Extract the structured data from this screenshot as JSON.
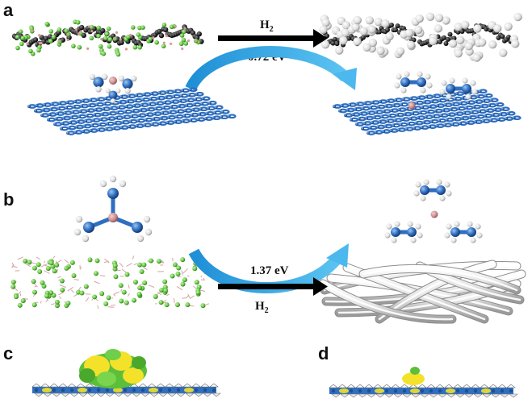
{
  "panels": {
    "a": {
      "label": "a",
      "reaction_label": "H",
      "reaction_sub": "2",
      "energy": "-0.72 eV"
    },
    "b": {
      "label": "b",
      "reaction_label": "H",
      "reaction_sub": "2",
      "energy": "1.37 eV"
    },
    "c": {
      "label": "c"
    },
    "d": {
      "label": "d"
    }
  },
  "colors": {
    "arrow_black": "#000000",
    "arrow_blue": "#2aa7e6",
    "sheet_blue": "#2f6fc0",
    "hydrogen_white": "#f2f2f2",
    "boron_pink": "#d49a9a",
    "green_atom": "#6fcf4a",
    "charge_yellow": "#f4e12a",
    "carbon_black": "#1a1a1a"
  }
}
